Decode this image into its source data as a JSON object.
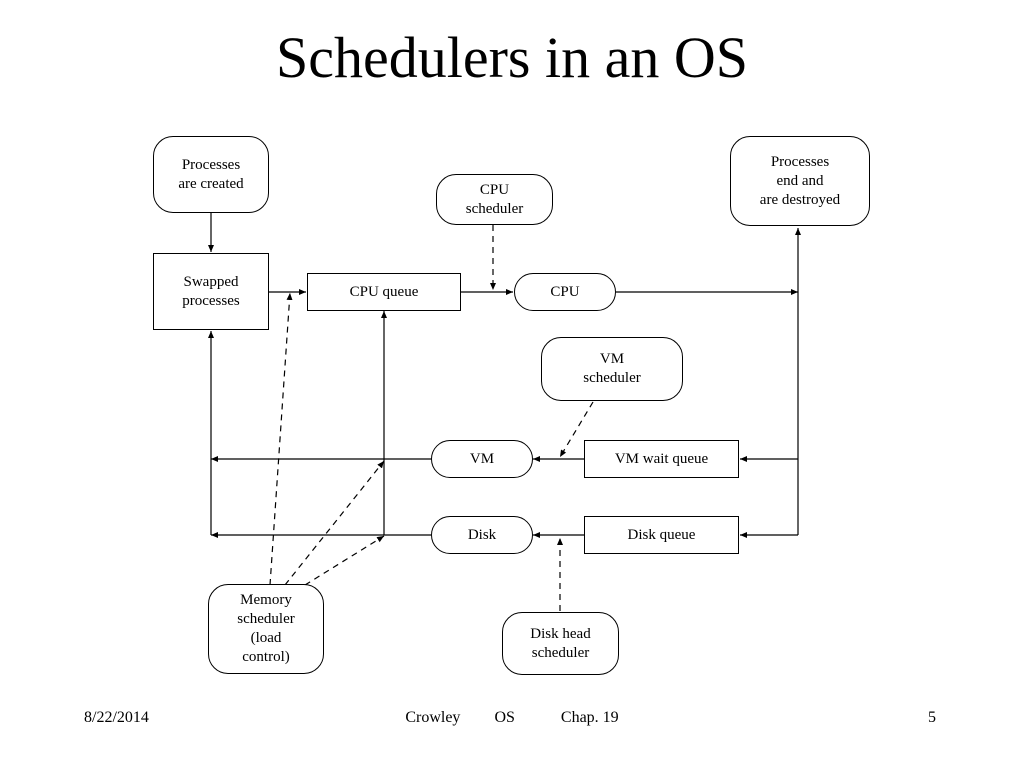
{
  "slide": {
    "title": "Schedulers in an OS"
  },
  "nodes": {
    "processes_created": "Processes\nare created",
    "cpu_scheduler": "CPU\nscheduler",
    "processes_end": "Processes\nend and\nare destroyed",
    "swapped_processes": "Swapped\nprocesses",
    "cpu_queue": "CPU queue",
    "cpu": "CPU",
    "vm_scheduler": "VM\nscheduler",
    "vm": "VM",
    "vm_wait_queue": "VM wait queue",
    "disk": "Disk",
    "disk_queue": "Disk queue",
    "memory_scheduler": "Memory\nscheduler\n(load\ncontrol)",
    "disk_head_scheduler": "Disk head\nscheduler"
  },
  "footer": {
    "date": "8/22/2014",
    "author": "Crowley",
    "course": "OS",
    "chapter": "Chap. 19",
    "page": "5"
  }
}
